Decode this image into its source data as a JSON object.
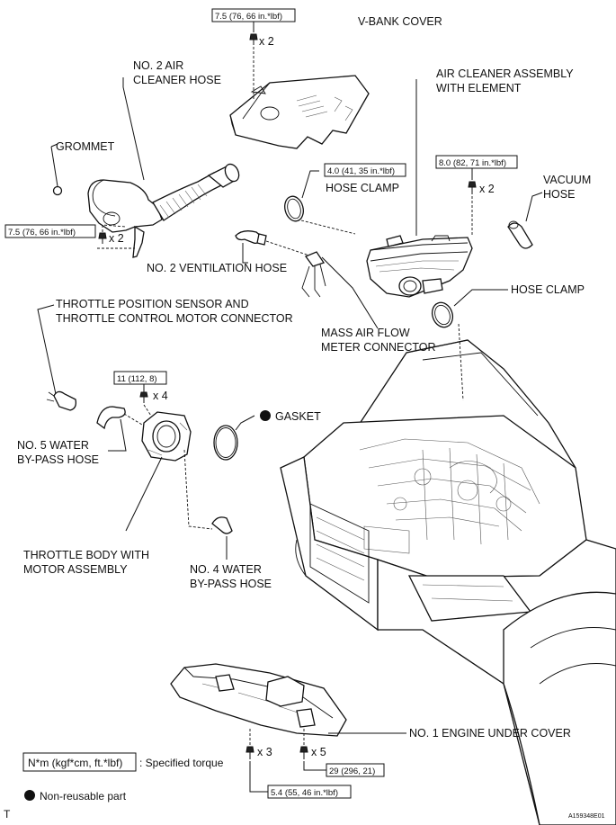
{
  "labels": {
    "v_bank_cover": "V-BANK COVER",
    "no2_air_cleaner_hose_1": "NO. 2 AIR",
    "no2_air_cleaner_hose_2": "CLEANER HOSE",
    "air_cleaner_assembly_1": "AIR CLEANER ASSEMBLY",
    "air_cleaner_assembly_2": "WITH ELEMENT",
    "grommet": "GROMMET",
    "hose_clamp_upper": "HOSE CLAMP",
    "vacuum_hose_1": "VACUUM",
    "vacuum_hose_2": "HOSE",
    "hose_clamp_lower": "HOSE CLAMP",
    "no2_ventilation_hose": "NO. 2 VENTILATION HOSE",
    "tps_connector_1": "THROTTLE POSITION SENSOR AND",
    "tps_connector_2": "THROTTLE CONTROL MOTOR CONNECTOR",
    "maf_connector_1": "MASS AIR FLOW",
    "maf_connector_2": "METER CONNECTOR",
    "gasket": "GASKET",
    "no5_water_bypass_1": "NO. 5 WATER",
    "no5_water_bypass_2": "BY-PASS HOSE",
    "throttle_body_1": "THROTTLE BODY WITH",
    "throttle_body_2": "MOTOR ASSEMBLY",
    "no4_water_bypass_1": "NO. 4 WATER",
    "no4_water_bypass_2": "BY-PASS HOSE",
    "no1_engine_under_cover": "NO. 1 ENGINE UNDER COVER"
  },
  "torques": {
    "v_bank_cover": "7.5 (76, 66 in.*lbf)",
    "air_cleaner_hose": "7.5 (76, 66 in.*lbf)",
    "hose_clamp": "4.0 (41, 35 in.*lbf)",
    "air_cleaner_bolt": "8.0 (82, 71 in.*lbf)",
    "throttle_body": "11 (112, 8)",
    "under_cover_small": "5.4 (55, 46 in.*lbf)",
    "under_cover_large": "29 (296, 21)"
  },
  "quantities": {
    "v_bank_cover": "x 2",
    "air_cleaner_hose": "x 2",
    "air_cleaner_bolt": "x 2",
    "throttle_body": "x 4",
    "under_cover_small": "x 3",
    "under_cover_large": "x 5"
  },
  "legend": {
    "torque_unit": "N*m (kgf*cm, ft.*lbf)",
    "torque_desc": ": Specified torque",
    "non_reusable": "Non-reusable part"
  },
  "footer": {
    "left_mark": "T",
    "figure_id": "A159348E01"
  }
}
